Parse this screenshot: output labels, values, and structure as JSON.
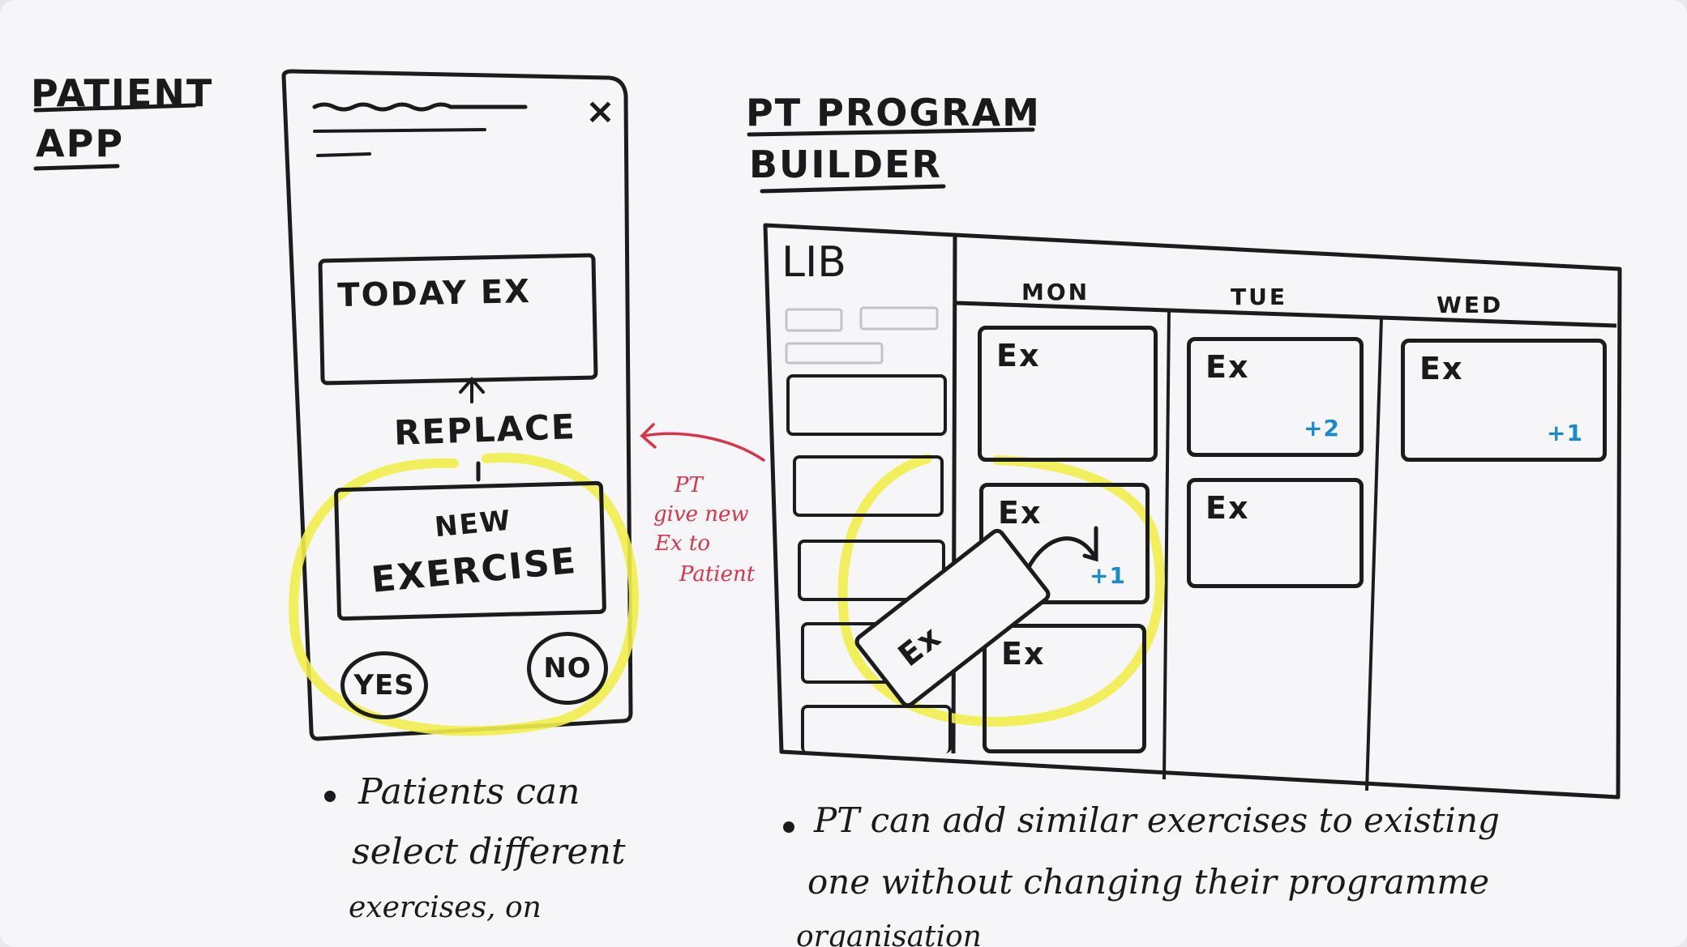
{
  "patient_app": {
    "heading_line1": "PATIENT",
    "heading_line2": "APP",
    "close_glyph": "×",
    "today_ex_label": "TODAY EX",
    "replace_label": "REPLACE",
    "new_exercise_line1": "NEW",
    "new_exercise_line2": "EXERCISE",
    "yes_label": "YES",
    "no_label": "NO",
    "note_line1": "Patients can",
    "note_line2": "select different",
    "note_line3": "exercises, on"
  },
  "annotation": {
    "line1": "PT",
    "line2": "give new",
    "line3": "Ex to",
    "line4": "Patient"
  },
  "program_builder": {
    "heading_line1": "PT PROGRAM",
    "heading_line2": "BUILDER",
    "library_label": "LIB",
    "days": [
      "MON",
      "TUE",
      "WED"
    ],
    "exercise_label": "Ex",
    "tue_count": "+2",
    "wed_count": "+1",
    "mon_count": "+1",
    "dragged_label": "Ex",
    "note_line1": "PT can add similar exercises to existing",
    "note_line2": "one without changing their programme",
    "note_line3": "organisation"
  },
  "colors": {
    "ink": "#1a1a1a",
    "highlight": "#f2ee4a",
    "annotation_red": "#d8344a",
    "count_blue": "#1a8bc9"
  }
}
